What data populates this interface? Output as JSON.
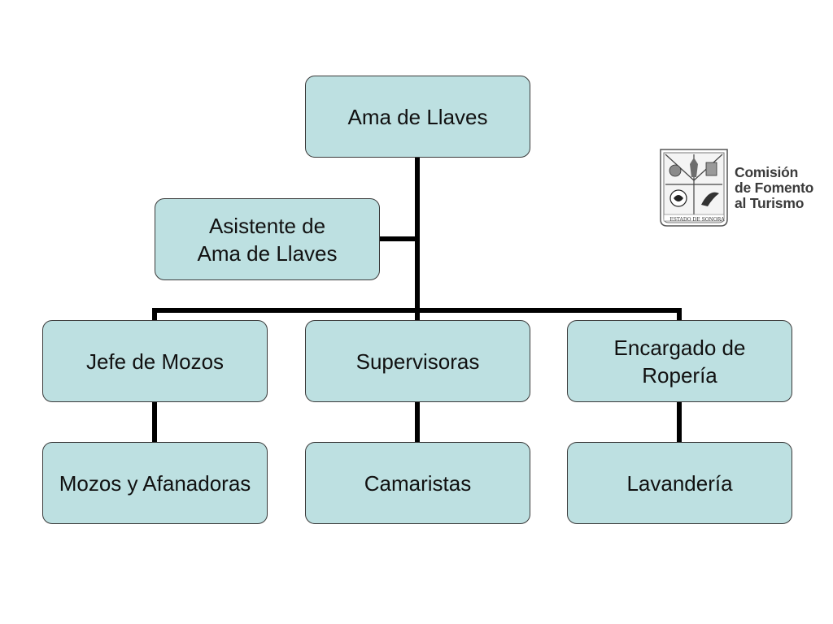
{
  "diagram": {
    "nodes": {
      "ama": {
        "line1": "Ama de Llaves"
      },
      "asistente": {
        "line1": "Asistente de",
        "line2": "Ama de Llaves"
      },
      "jefe": {
        "line1": "Jefe de Mozos"
      },
      "supervisoras": {
        "line1": "Supervisoras"
      },
      "encargado": {
        "line1": "Encargado de",
        "line2": "Ropería"
      },
      "mozos": {
        "line1": "Mozos y Afanadoras"
      },
      "camaristas": {
        "line1": "Camaristas"
      },
      "lavanderia": {
        "line1": "Lavandería"
      }
    },
    "colors": {
      "box_fill": "#bde0e1",
      "box_border": "#3a3a3a",
      "connector": "#000000"
    }
  },
  "logo": {
    "line1": "Comisión",
    "line2": "de Fomento",
    "line3": "al Turismo",
    "seal_text": "ESTADO DE SONORA"
  }
}
